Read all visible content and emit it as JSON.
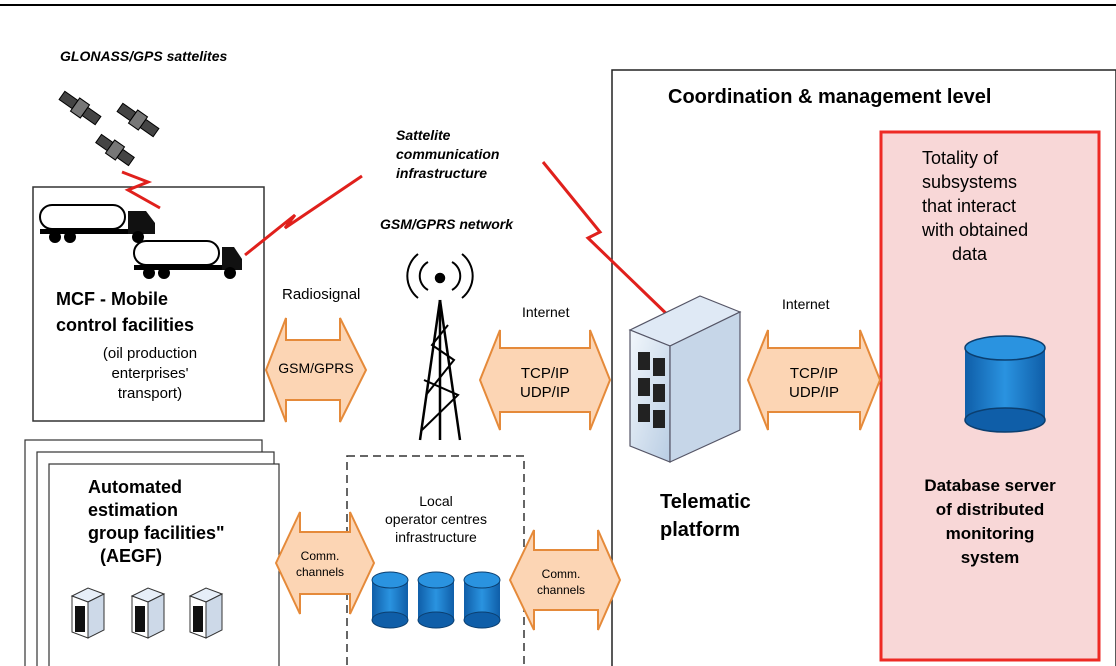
{
  "satellites_label": "GLONASS/GPS sattelites",
  "sat_comm_label": [
    "Sattelite",
    "communication",
    "infrastructure"
  ],
  "gsm_network_label": "GSM/GPRS network",
  "coord_title": "Coordination & management level",
  "totality_label": [
    "Totality of",
    "subsystems",
    "that interact",
    "with obtained",
    "data"
  ],
  "mcf": {
    "title": [
      "MCF - Mobile",
      "control facilities"
    ],
    "subtitle": [
      "(oil production",
      "enterprises'",
      "transport)"
    ]
  },
  "radiosignal_label": "Radiosignal",
  "gsm_gprs_arrow": "GSM/GPRS",
  "internet_label_1": "Internet",
  "internet_label_2": "Internet",
  "arrow_tcp_1": [
    "TCP/IP",
    "UDP/IP"
  ],
  "arrow_tcp_2": [
    "TCP/IP",
    "UDP/IP"
  ],
  "telematic_label": [
    "Telematic",
    "platform"
  ],
  "aegf_title": [
    "Automated",
    "estimation",
    "group facilities\"",
    "(AEGF)"
  ],
  "local_operator_label": [
    "Local",
    "operator centres",
    "infrastructure"
  ],
  "comm_channels_1": [
    "Comm.",
    "channels"
  ],
  "comm_channels_2": [
    "Comm.",
    "channels"
  ],
  "db_server_label": [
    "Database server",
    "of distributed",
    "monitoring",
    "system"
  ],
  "colors": {
    "arrow_fill": "#fcd5b4",
    "arrow_stroke": "#e58a3a",
    "lightning": "#e0201c",
    "db_box_fill": "#f8d7d7",
    "db_box_stroke": "#ee2a24",
    "cylinder": "#1f7fd0",
    "cylinder_dark": "#10508c"
  }
}
